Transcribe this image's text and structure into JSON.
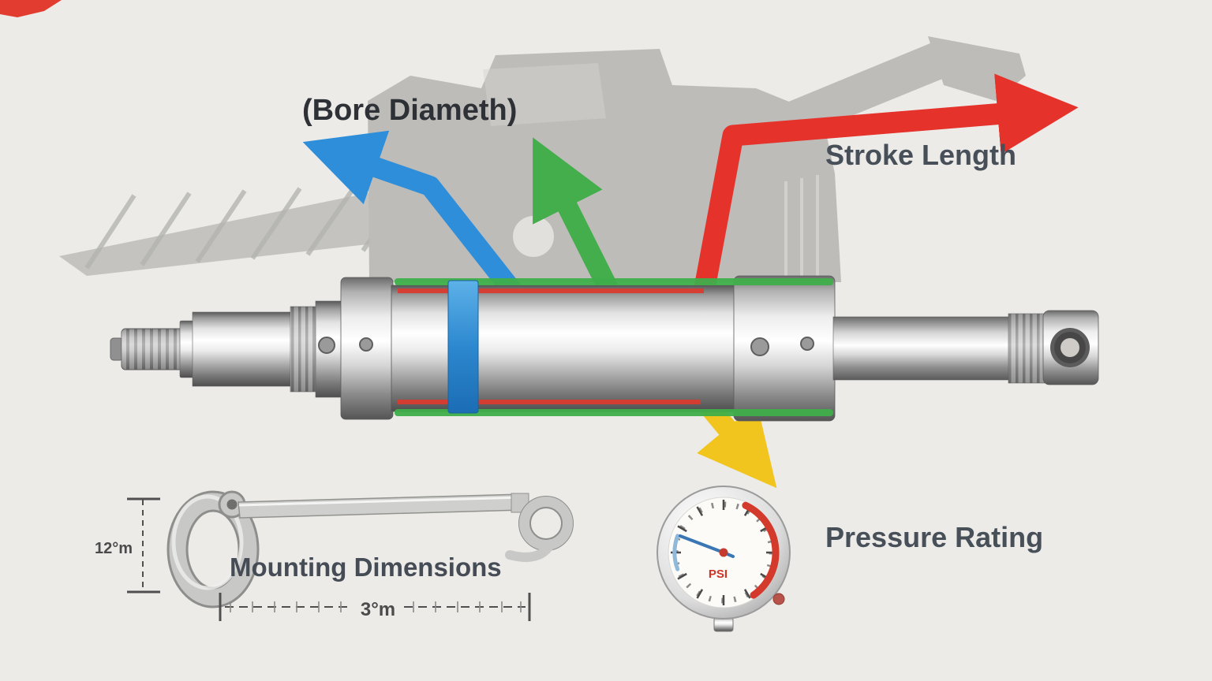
{
  "diagram": {
    "title": "Hydraulic cylinder specification diagram",
    "labels": {
      "bore_diameter": "(Bore Diameth)",
      "stroke_length": "Stroke Length",
      "pressure_rating": "Pressure Rating",
      "mounting_dimensions": "Mounting Dimensions"
    },
    "gauge": {
      "unit_label": "PSI"
    },
    "dimension_labels": {
      "vertical": "12°m",
      "horizontal": "3°m"
    },
    "colors": {
      "background": "#ecebe8",
      "bore_diameter_arrow": "#2e8ed9",
      "bore_diameter_arrow_secondary": "#43ae4b",
      "stroke_length_arrow": "#e5322b",
      "pressure_rating_arrow": "#f2c41e",
      "label_text": "#474f59",
      "gauge_accent": "#d43a2c"
    }
  }
}
